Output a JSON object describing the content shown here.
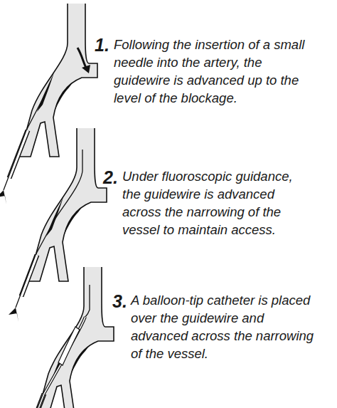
{
  "diagram": {
    "labels": [
      "1.",
      "Following the insertion of a small needle into the artery, the guidewire is advanced up to the level of the blockage.",
      "2.",
      "Under fluoroscopic guidance, the guidewire is advanced across the narrowing of the vessel to maintain access.",
      "3.",
      "A balloon-tip catheter is placed over the guidewire and advanced across the narrowing of the vessel."
    ]
  }
}
